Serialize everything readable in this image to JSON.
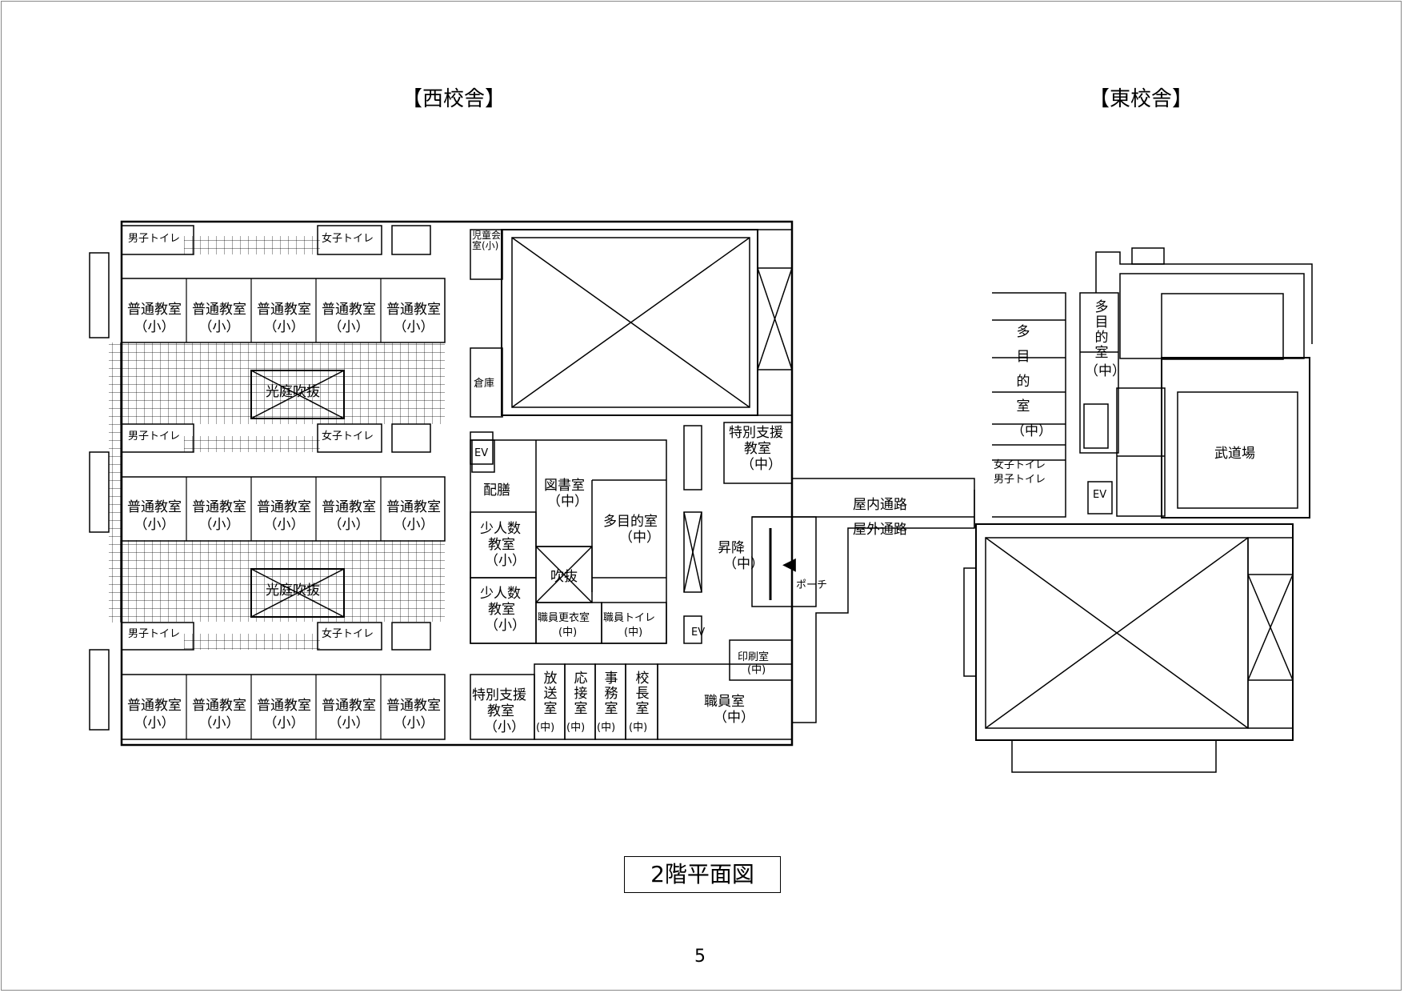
{
  "headings": {
    "west": "【西校舎】",
    "east": "【東校舎】"
  },
  "title": "2階平面図",
  "page_number": "5",
  "west": {
    "toilet_boys": "男子トイレ",
    "toilet_girls": "女子トイレ",
    "classroom": "普通教室",
    "size_small": "（小）",
    "courtyard": "光庭吹抜",
    "jidokai_room": "児童会室(小)",
    "storage": "倉庫",
    "ev": "EV",
    "serving": "配膳",
    "library": "図書室",
    "size_mid": "（中）",
    "multipurpose": "多目的室",
    "small_group": "少人数",
    "small_group_2": "教室",
    "atrium": "吹抜",
    "staff_changing": "職員更衣室",
    "staff_toilet": "職員トイレ",
    "paren_mid": "(中)",
    "special_support": "特別支援",
    "special_support_2": "教室",
    "broadcast": "放送室",
    "reception": "応接室",
    "office": "事務室",
    "principal": "校長室",
    "staff_room": "職員室",
    "printing": "印刷室",
    "lift": "昇降",
    "porch": "ポーチ"
  },
  "corridors": {
    "indoor": "屋内通路",
    "outdoor": "屋外通路"
  },
  "east": {
    "multipurpose_v": "多目的室",
    "multipurpose_v2": "多目的室",
    "martial_arts": "武道場",
    "toilet_girls": "女子トイレ",
    "toilet_boys": "男子トイレ",
    "ev": "EV"
  }
}
